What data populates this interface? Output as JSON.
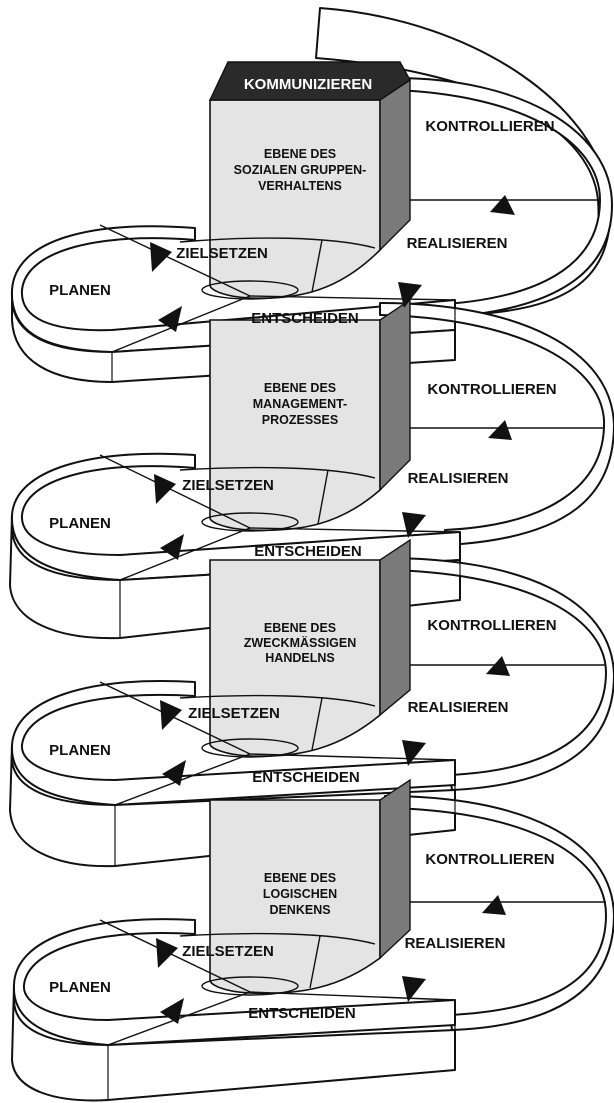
{
  "header_label": "KOMMUNIZIEREN",
  "levels": [
    {
      "title_lines": [
        "EBENE DES",
        "SOZIALEN GRUPPEN-",
        "VERHALTENS"
      ],
      "steps": {
        "planen": "PLANEN",
        "zielsetzen": "ZIELSETZEN",
        "entscheiden": "ENTSCHEIDEN",
        "realisieren": "REALISIEREN",
        "kontrollieren": "KONTROLLIEREN"
      }
    },
    {
      "title_lines": [
        "EBENE DES",
        "MANAGEMENT-",
        "PROZESSES"
      ],
      "steps": {
        "planen": "PLANEN",
        "zielsetzen": "ZIELSETZEN",
        "entscheiden": "ENTSCHEIDEN",
        "realisieren": "REALISIEREN",
        "kontrollieren": "KONTROLLIEREN"
      }
    },
    {
      "title_lines": [
        "EBENE DES",
        "ZWECKMÄSSIGEN",
        "HANDELNS"
      ],
      "steps": {
        "planen": "PLANEN",
        "zielsetzen": "ZIELSETZEN",
        "entscheiden": "ENTSCHEIDEN",
        "realisieren": "REALISIEREN",
        "kontrollieren": "KONTROLLIEREN"
      }
    },
    {
      "title_lines": [
        "EBENE DES",
        "LOGISCHEN",
        "DENKENS"
      ],
      "steps": {
        "planen": "PLANEN",
        "zielsetzen": "ZIELSETZEN",
        "entscheiden": "ENTSCHEIDEN",
        "realisieren": "REALISIEREN",
        "kontrollieren": "KONTROLLIEREN"
      }
    }
  ]
}
